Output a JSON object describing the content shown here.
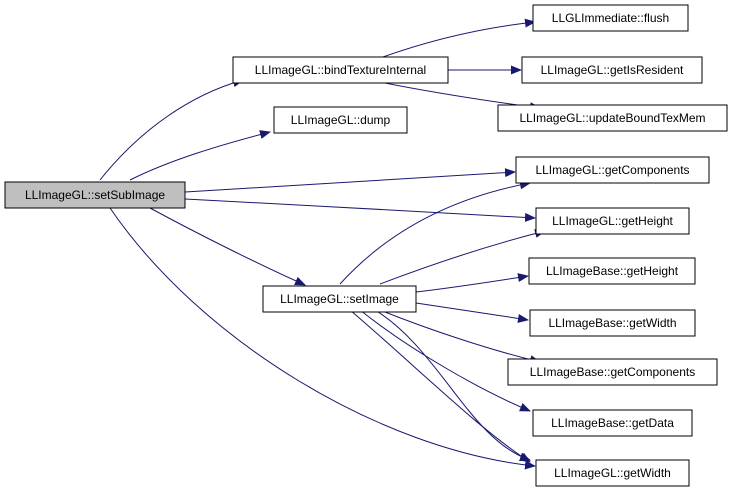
{
  "colors": {
    "edge": "#191970",
    "node_fill": "#ffffff",
    "root_fill": "#bfbfbf",
    "border": "#000000"
  },
  "nodes": [
    {
      "id": "setSubImage",
      "label": "LLImageGL::setSubImage",
      "root": true
    },
    {
      "id": "bindTextureInternal",
      "label": "LLImageGL::bindTextureInternal"
    },
    {
      "id": "dump",
      "label": "LLImageGL::dump"
    },
    {
      "id": "setImage",
      "label": "LLImageGL::setImage"
    },
    {
      "id": "flush",
      "label": "LLGLImmediate::flush"
    },
    {
      "id": "getIsResident",
      "label": "LLImageGL::getIsResident"
    },
    {
      "id": "updateBoundTexMem",
      "label": "LLImageGL::updateBoundTexMem"
    },
    {
      "id": "getComponents",
      "label": "LLImageGL::getComponents"
    },
    {
      "id": "getHeight",
      "label": "LLImageGL::getHeight"
    },
    {
      "id": "base_getHeight",
      "label": "LLImageBase::getHeight"
    },
    {
      "id": "base_getWidth",
      "label": "LLImageBase::getWidth"
    },
    {
      "id": "base_getComponents",
      "label": "LLImageBase::getComponents"
    },
    {
      "id": "base_getData",
      "label": "LLImageBase::getData"
    },
    {
      "id": "getWidth",
      "label": "LLImageGL::getWidth"
    }
  ],
  "edges": [
    {
      "from": "setSubImage",
      "to": "bindTextureInternal"
    },
    {
      "from": "setSubImage",
      "to": "dump"
    },
    {
      "from": "setSubImage",
      "to": "getComponents"
    },
    {
      "from": "setSubImage",
      "to": "getHeight"
    },
    {
      "from": "setSubImage",
      "to": "setImage"
    },
    {
      "from": "setSubImage",
      "to": "getWidth"
    },
    {
      "from": "bindTextureInternal",
      "to": "flush"
    },
    {
      "from": "bindTextureInternal",
      "to": "getIsResident"
    },
    {
      "from": "bindTextureInternal",
      "to": "updateBoundTexMem"
    },
    {
      "from": "setImage",
      "to": "getComponents"
    },
    {
      "from": "setImage",
      "to": "getHeight"
    },
    {
      "from": "setImage",
      "to": "base_getHeight"
    },
    {
      "from": "setImage",
      "to": "base_getWidth"
    },
    {
      "from": "setImage",
      "to": "base_getComponents"
    },
    {
      "from": "setImage",
      "to": "base_getData"
    },
    {
      "from": "setImage",
      "to": "getWidth"
    }
  ]
}
